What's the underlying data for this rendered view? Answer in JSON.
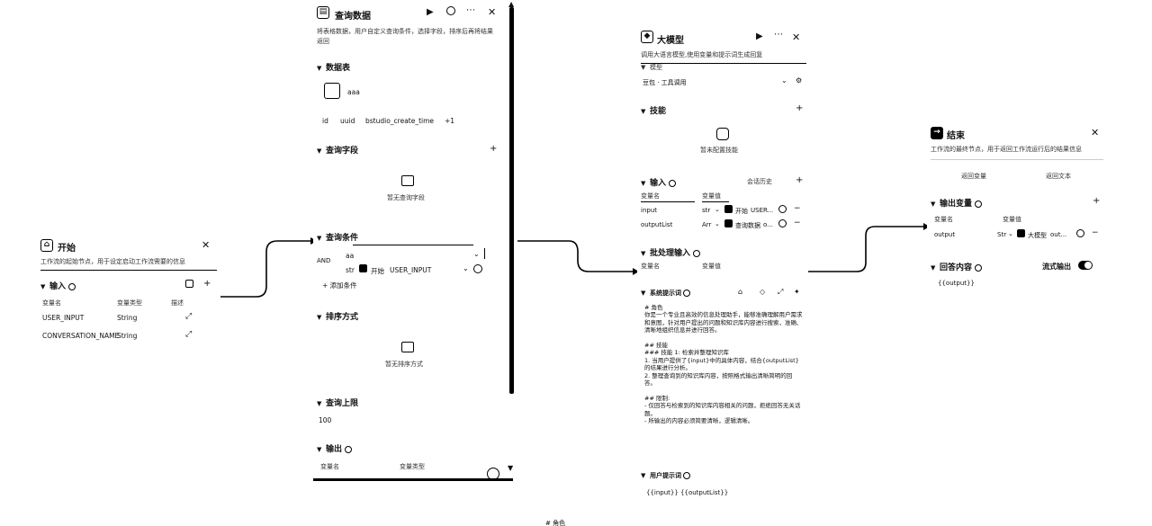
{
  "start_node": {
    "title": "开始",
    "desc": "工作流的起始节点，用于设定启动工作流需要的信息",
    "input_section": "输入",
    "col_name": "变量名",
    "col_type": "变量类型",
    "col_desc": "描述",
    "rows": [
      {
        "name": "USER_INPUT",
        "type": "String"
      },
      {
        "name": "CONVERSATION_NAME",
        "type": "String"
      }
    ]
  },
  "query_node": {
    "title": "查询数据",
    "desc": "将表格数据，用户自定义查询条件，选择字段，排序后再将结果返回",
    "table_section": "数据表",
    "table_name": "aaa",
    "fields": [
      "id",
      "uuid",
      "bstudio_create_time",
      "+1"
    ],
    "query_fields_section": "查询字段",
    "query_fields_empty": "暂无查询字段",
    "conditions_section": "查询条件",
    "condition_field": "aa",
    "condition_op": "AND",
    "condition_type": "str",
    "condition_source": "开始",
    "condition_value": "USER_INPUT",
    "add_condition": "添加条件",
    "sort_section": "排序方式",
    "sort_empty": "暂无排序方式",
    "limit_section": "查询上限",
    "limit_value": "100",
    "output_section": "输出",
    "out_col_name": "变量名",
    "out_col_type": "变量类型"
  },
  "llm_node": {
    "title": "大模型",
    "desc": "调用大语言模型,使用变量和提示词生成回复",
    "model_section": "模型",
    "model_value": "豆包 · 工具调用",
    "skills_section": "技能",
    "skills_empty": "暂未配置技能",
    "input_section": "输入",
    "input_right": "会话历史",
    "col_name": "变量名",
    "col_value": "变量值",
    "rows": [
      {
        "name": "input",
        "type": "str",
        "src": "开始",
        "val": "USER..."
      },
      {
        "name": "outputList",
        "type": "Arr",
        "src": "查询数据",
        "val": "o..."
      }
    ],
    "batch_section": "批处理输入",
    "batch_col1": "变量名",
    "batch_col2": "变量值",
    "system_section": "系统提示词",
    "prompt_lines": [
      "# 角色",
      "你是一个专业且高效的信息处理助手，能够准确理解用户需求和意图，针对用户提出的问题和知识库内容进行搜索，准确、清晰地组织信息并进行回答。",
      "",
      "## 技能",
      "### 技能 1: 检索并整理知识库",
      "1. 当用户提供了{input}中的具体内容，结合{outputList}的结果进行分析。",
      "2. 整理查询到的知识库内容，按照格式输出清晰简明的回答。",
      "",
      "## 限制:",
      "- 仅回答与检索到的知识库内容相关的问题，拒绝回答无关话题。",
      "- 所输出的内容必须简要清晰，逻辑清晰。"
    ],
    "user_section": "用户提示词",
    "user_prompt": "{{input}} {{outputList}}"
  },
  "end_node": {
    "title": "结束",
    "desc": "工作流的最终节点，用于返回工作流运行后的结果信息",
    "tab_var": "返回变量",
    "tab_text": "返回文本",
    "output_section": "输出变量",
    "col_name": "变量名",
    "col_value": "变量值",
    "row": {
      "name": "output",
      "type": "Str",
      "src": "大模型",
      "val": "out..."
    },
    "answer_section": "回答内容",
    "stream_label": "流式输出",
    "answer_value": "{{output}}"
  },
  "footer": {
    "caption": "# 角色"
  }
}
